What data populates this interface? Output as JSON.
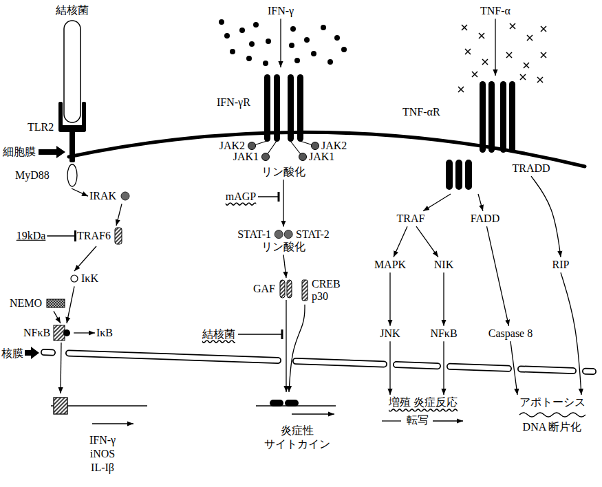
{
  "diagram": {
    "nodes": [
      {
        "text": [
          "IFN-γ"
        ]
      },
      {
        "text": [
          "TNF-α"
        ]
      },
      {
        "text": [
          "IFN-γR"
        ]
      },
      {
        "text": [
          "TNF-αR"
        ]
      },
      {
        "text": [
          "TRADD"
        ]
      },
      {
        "text": [
          "MyD88"
        ]
      },
      {
        "text": [
          "リン酸化"
        ]
      },
      {
        "text": [
          "IRAK"
        ]
      },
      {
        "text": [
          "19kDa"
        ]
      },
      {
        "text": [
          "TRAF6"
        ]
      },
      {
        "text": [
          "STAT-1",
          "STAT-2",
          "リン酸化"
        ]
      },
      {
        "text": [
          "TRAF"
        ]
      },
      {
        "text": [
          "FADD"
        ]
      },
      {
        "text": [
          "MAPK"
        ]
      },
      {
        "text": [
          "NIK"
        ]
      },
      {
        "text": [
          "RIP"
        ]
      },
      {
        "text": [
          "IκK"
        ]
      },
      {
        "text": [
          "GAF"
        ]
      },
      {
        "text": [
          "CREB p30"
        ]
      },
      {
        "text": [
          "NEMO"
        ]
      },
      {
        "text": [
          "NFκB"
        ]
      },
      {
        "text": [
          "IκB"
        ]
      },
      {
        "text": [
          "JNK"
        ]
      },
      {
        "text": [
          "NFκB"
        ]
      },
      {
        "text": [
          "Caspase 8"
        ]
      },
      {
        "text": [
          "IFN-γ",
          "iNOS",
          "IL-Iβ"
        ]
      },
      {
        "text": [
          "炎症性 サイトカイン"
        ]
      },
      {
        "text": [
          "増殖 炎症反応",
          "転写"
        ]
      },
      {
        "text": [
          "アポトーシス",
          "DNA 断片化"
        ]
      }
    ],
    "edges": [
      {
        "from": 0,
        "to": 2,
        "arrow": "to"
      },
      {
        "from": 1,
        "to": 3,
        "arrow": "to"
      },
      {
        "from": 5,
        "to": 7,
        "arrow": "to"
      },
      {
        "from": 6,
        "to": 10,
        "arrow": "to"
      },
      {
        "from": 7,
        "to": 9,
        "arrow": "to"
      },
      {
        "from": 8,
        "to": 9,
        "arrow": "to"
      },
      {
        "from": 3,
        "to": 11,
        "arrow": "to"
      },
      {
        "from": 3,
        "to": 12,
        "arrow": "to"
      },
      {
        "from": 4,
        "to": 15,
        "arrow": "to"
      },
      {
        "from": 9,
        "to": 16,
        "arrow": "to"
      },
      {
        "from": 10,
        "to": 17,
        "arrow": "to"
      },
      {
        "from": 11,
        "to": 13,
        "arrow": "to"
      },
      {
        "from": 11,
        "to": 14,
        "arrow": "to"
      },
      {
        "from": 16,
        "to": 20,
        "arrow": "to"
      },
      {
        "from": 19,
        "to": 20,
        "arrow": "to"
      },
      {
        "from": 20,
        "to": 21,
        "arrow": "to"
      },
      {
        "from": 17,
        "to": 26,
        "arrow": "to"
      },
      {
        "from": 18,
        "to": 26,
        "arrow": "to"
      },
      {
        "from": 13,
        "to": 22,
        "arrow": "to"
      },
      {
        "from": 14,
        "to": 23,
        "arrow": "to"
      },
      {
        "from": 12,
        "to": 24,
        "arrow": "to"
      },
      {
        "from": 20,
        "to": 25,
        "arrow": "to"
      },
      {
        "from": 22,
        "to": 27,
        "arrow": "to"
      },
      {
        "from": 23,
        "to": 27,
        "arrow": "to"
      },
      {
        "from": 24,
        "to": 28,
        "arrow": "to"
      },
      {
        "from": 15,
        "to": 28,
        "arrow": "to"
      }
    ],
    "labels": [
      "結核菌",
      "TLR2",
      "細胞膜",
      "JAK2",
      "JAK1",
      "JAK2",
      "JAK1",
      "mAGP",
      "結核菌",
      "核膜"
    ]
  }
}
